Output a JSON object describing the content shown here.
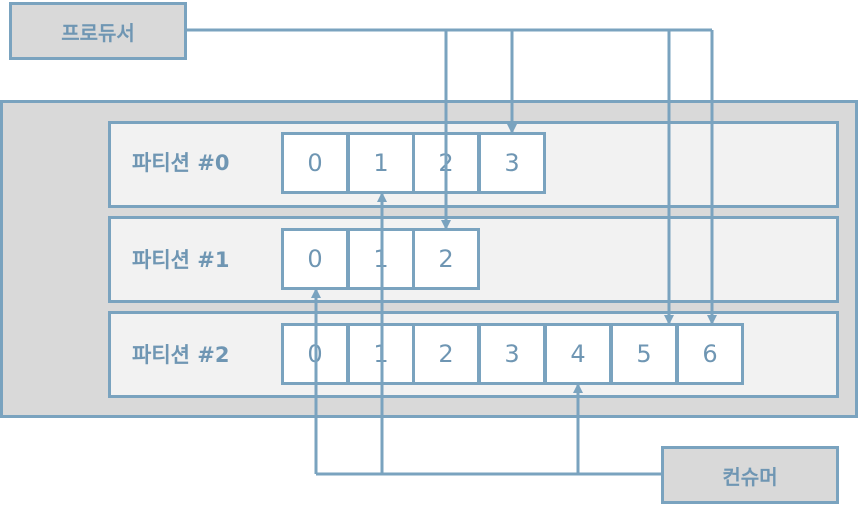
{
  "producer": {
    "label": "프로듀서"
  },
  "consumer": {
    "label": "컨슈머"
  },
  "partitions": [
    {
      "label": "파티션 #0",
      "offsets": [
        "0",
        "1",
        "2",
        "3"
      ]
    },
    {
      "label": "파티션 #1",
      "offsets": [
        "0",
        "1",
        "2"
      ]
    },
    {
      "label": "파티션 #2",
      "offsets": [
        "0",
        "1",
        "2",
        "3",
        "4",
        "5",
        "6"
      ]
    }
  ],
  "colors": {
    "border": "#7aa3bf",
    "text": "#6f96b3",
    "box_fill": "#d9d9d9",
    "partition_fill": "#f2f2f2"
  }
}
